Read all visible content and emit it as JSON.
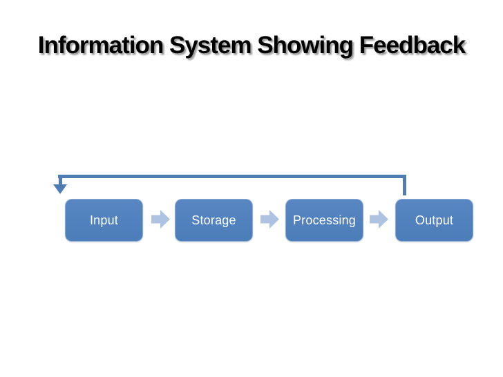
{
  "slide": {
    "title": "Information System Showing Feedback",
    "background_color": "#FFFFFF"
  },
  "diagram": {
    "type": "process-flow-with-feedback",
    "steps": [
      {
        "label": "Input"
      },
      {
        "label": "Storage"
      },
      {
        "label": "Processing"
      },
      {
        "label": "Output"
      }
    ],
    "feedback_arrow": "loop from Output back to Input",
    "forward_arrow_count": 3,
    "colors": {
      "step_fill": "#4E80BC",
      "step_text": "#FFFFFF",
      "flow_arrow": "#AEC2E1",
      "feedback_line": "#4D7DB4",
      "title_text": "#000000"
    }
  }
}
